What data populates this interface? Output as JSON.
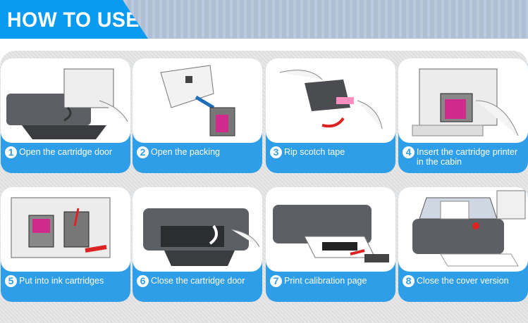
{
  "header": {
    "title": "HOW TO USE"
  },
  "steps": [
    {
      "number": "1",
      "label": "Open the cartridge door"
    },
    {
      "number": "2",
      "label": "Open the packing"
    },
    {
      "number": "3",
      "label": "Rip scotch tape"
    },
    {
      "number": "4",
      "label": "Insert the cartridge printer in the cabin"
    },
    {
      "number": "5",
      "label": "Put into ink cartridges"
    },
    {
      "number": "6",
      "label": "Close the cartridge door"
    },
    {
      "number": "7",
      "label": "Print calibration page"
    },
    {
      "number": "8",
      "label": "Close the cover version"
    }
  ],
  "colors": {
    "accent": "#0a9af0",
    "card_label": "#2f9ee8",
    "stripes": "#aebfd6"
  }
}
